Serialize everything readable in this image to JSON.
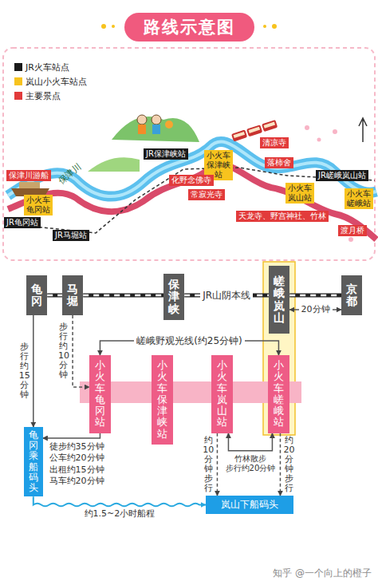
{
  "diagram": {
    "title": "路线示意图",
    "nodes": [
      {
        "text": [
          "保津川游船"
        ]
      },
      {
        "text": [
          "小火车龟冈站"
        ]
      },
      {
        "text": [
          "JR龟冈站"
        ]
      },
      {
        "text": [
          "JR马堀站"
        ]
      },
      {
        "text": [
          "JR保津峡站"
        ]
      },
      {
        "text": [
          "小火车保津峡站"
        ]
      },
      {
        "text": [
          "化野念佛寺"
        ]
      },
      {
        "text": [
          "常寂光寺"
        ]
      },
      {
        "text": [
          "清凉寺"
        ]
      },
      {
        "text": [
          "落柿舍"
        ]
      },
      {
        "text": [
          "小火车岚山站"
        ]
      },
      {
        "text": [
          "JR嵯峨岚山站"
        ]
      },
      {
        "text": [
          "小火车嵯峨站"
        ]
      },
      {
        "text": [
          "天龙寺、野宫神社、竹林"
        ]
      },
      {
        "text": [
          "渡月桥"
        ]
      },
      {
        "text": [
          "龟冈"
        ]
      },
      {
        "text": [
          "马堀"
        ]
      },
      {
        "text": [
          "保津峡"
        ]
      },
      {
        "text": [
          "嵯峨岚山"
        ]
      },
      {
        "text": [
          "京都"
        ]
      },
      {
        "text": [
          "小火车龟冈站"
        ]
      },
      {
        "text": [
          "小火车保津峡站"
        ]
      },
      {
        "text": [
          "小火车岚山站"
        ]
      },
      {
        "text": [
          "小火车嵯峨站"
        ]
      },
      {
        "text": [
          "龟冈乘船码头"
        ]
      },
      {
        "text": [
          "岚山下船码头"
        ]
      }
    ],
    "edges": [
      {
        "from": 15,
        "to": 16,
        "arrow": "none"
      },
      {
        "from": 16,
        "to": 17,
        "arrow": "none"
      },
      {
        "from": 17,
        "to": 18,
        "arrow": "none",
        "label": "JR山阴本线"
      },
      {
        "from": 18,
        "to": 19,
        "arrow": "none"
      },
      {
        "from": 18,
        "to": 19,
        "arrow": "both",
        "label": "20分钟"
      },
      {
        "from": 23,
        "to": 20,
        "arrow": "both",
        "label": "嵯峨野观光线(约25分钟)"
      },
      {
        "from": 16,
        "to": 20,
        "arrow": "to",
        "label": "步行约10分钟"
      },
      {
        "from": 15,
        "to": 24,
        "arrow": "to",
        "label": "步行约15分钟"
      },
      {
        "from": 20,
        "to": 24,
        "arrow": "to",
        "label": "徒步约35分钟 公车约20分钟 出租约15分钟 马车约20分钟"
      },
      {
        "from": 24,
        "to": 25,
        "arrow": "to",
        "label": "约1.5~2小时船程"
      },
      {
        "from": 22,
        "to": 25,
        "arrow": "to",
        "label": "约10分钟 步行"
      },
      {
        "from": 23,
        "to": 25,
        "arrow": "to",
        "label": "约20分钟 步行"
      },
      {
        "from": 22,
        "to": 23,
        "arrow": "both",
        "label": "竹林散步 步行约20分钟"
      }
    ],
    "labels": [
      "保津川",
      "知乎 @一个向上的橙子"
    ],
    "legend": [
      {
        "text": "JR火车站点",
        "color": "#1a1a1a"
      },
      {
        "text": "岚山小火车站点",
        "color": "#f7c31e"
      },
      {
        "text": "主要景点",
        "color": "#e23b3b"
      }
    ]
  }
}
